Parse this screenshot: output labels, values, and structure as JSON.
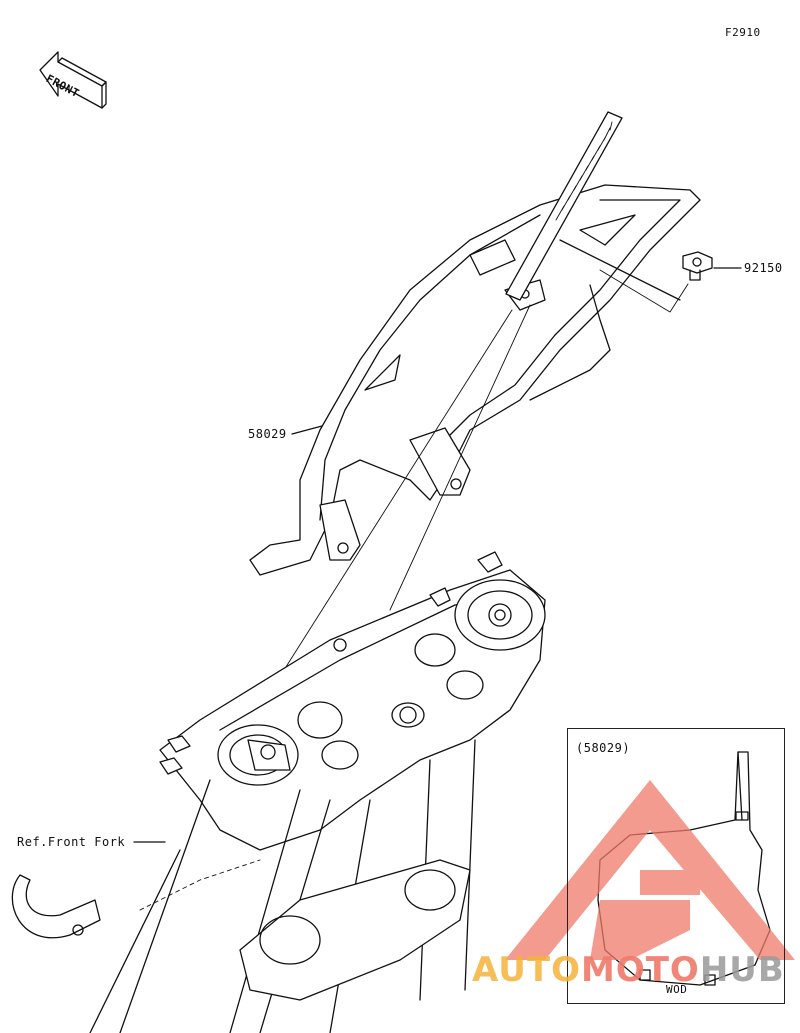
{
  "figure_code": "F2910",
  "front_label": "FRONT",
  "callouts": {
    "bolt": "92150",
    "guard": "58029",
    "fork_ref": "Ref.Front Fork"
  },
  "inset": {
    "part_ref": "(58029)",
    "variant": "WOD"
  },
  "watermark": {
    "part1": "AUTO",
    "part2": "MOTO",
    "part3": "HUB",
    "logo_color": "#f07a6a"
  },
  "colors": {
    "line": "#111111",
    "background": "#ffffff"
  }
}
